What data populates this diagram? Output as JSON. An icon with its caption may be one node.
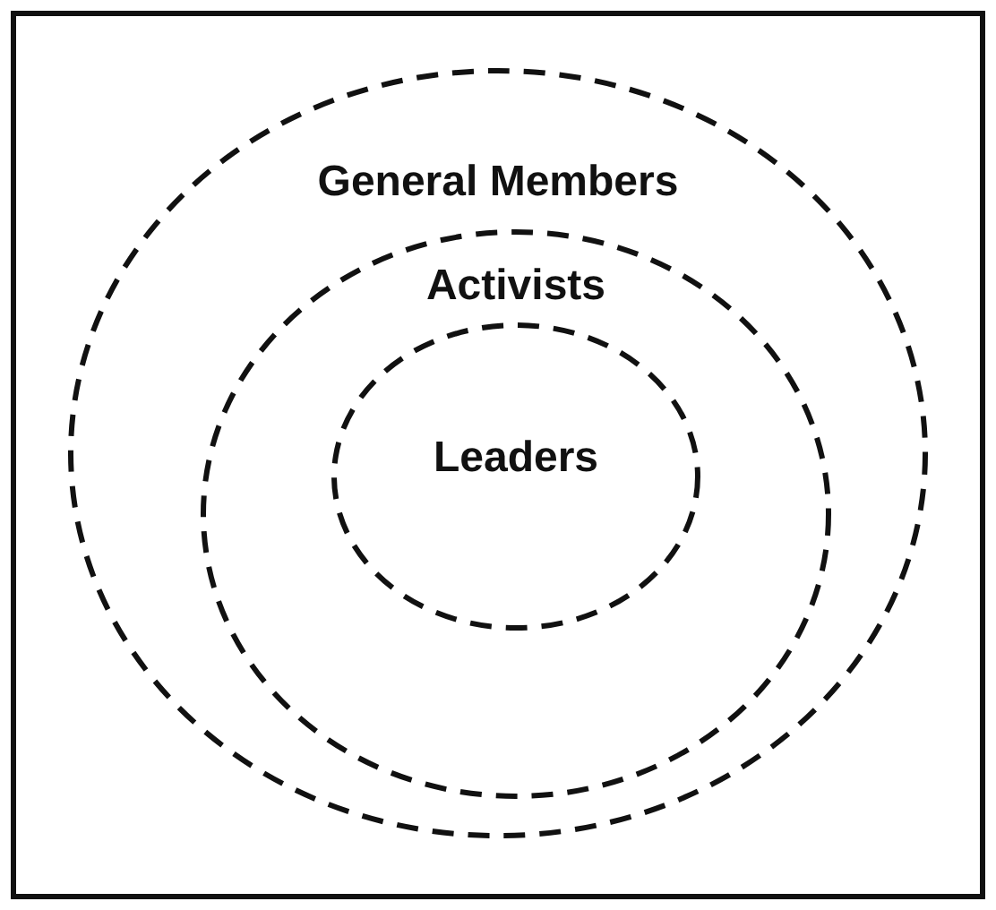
{
  "diagram": {
    "nodes": [
      {
        "text": [
          "General Members"
        ]
      },
      {
        "text": [
          "Activists"
        ],
        "in": 0
      },
      {
        "text": [
          "Leaders"
        ],
        "in": 1
      }
    ]
  }
}
